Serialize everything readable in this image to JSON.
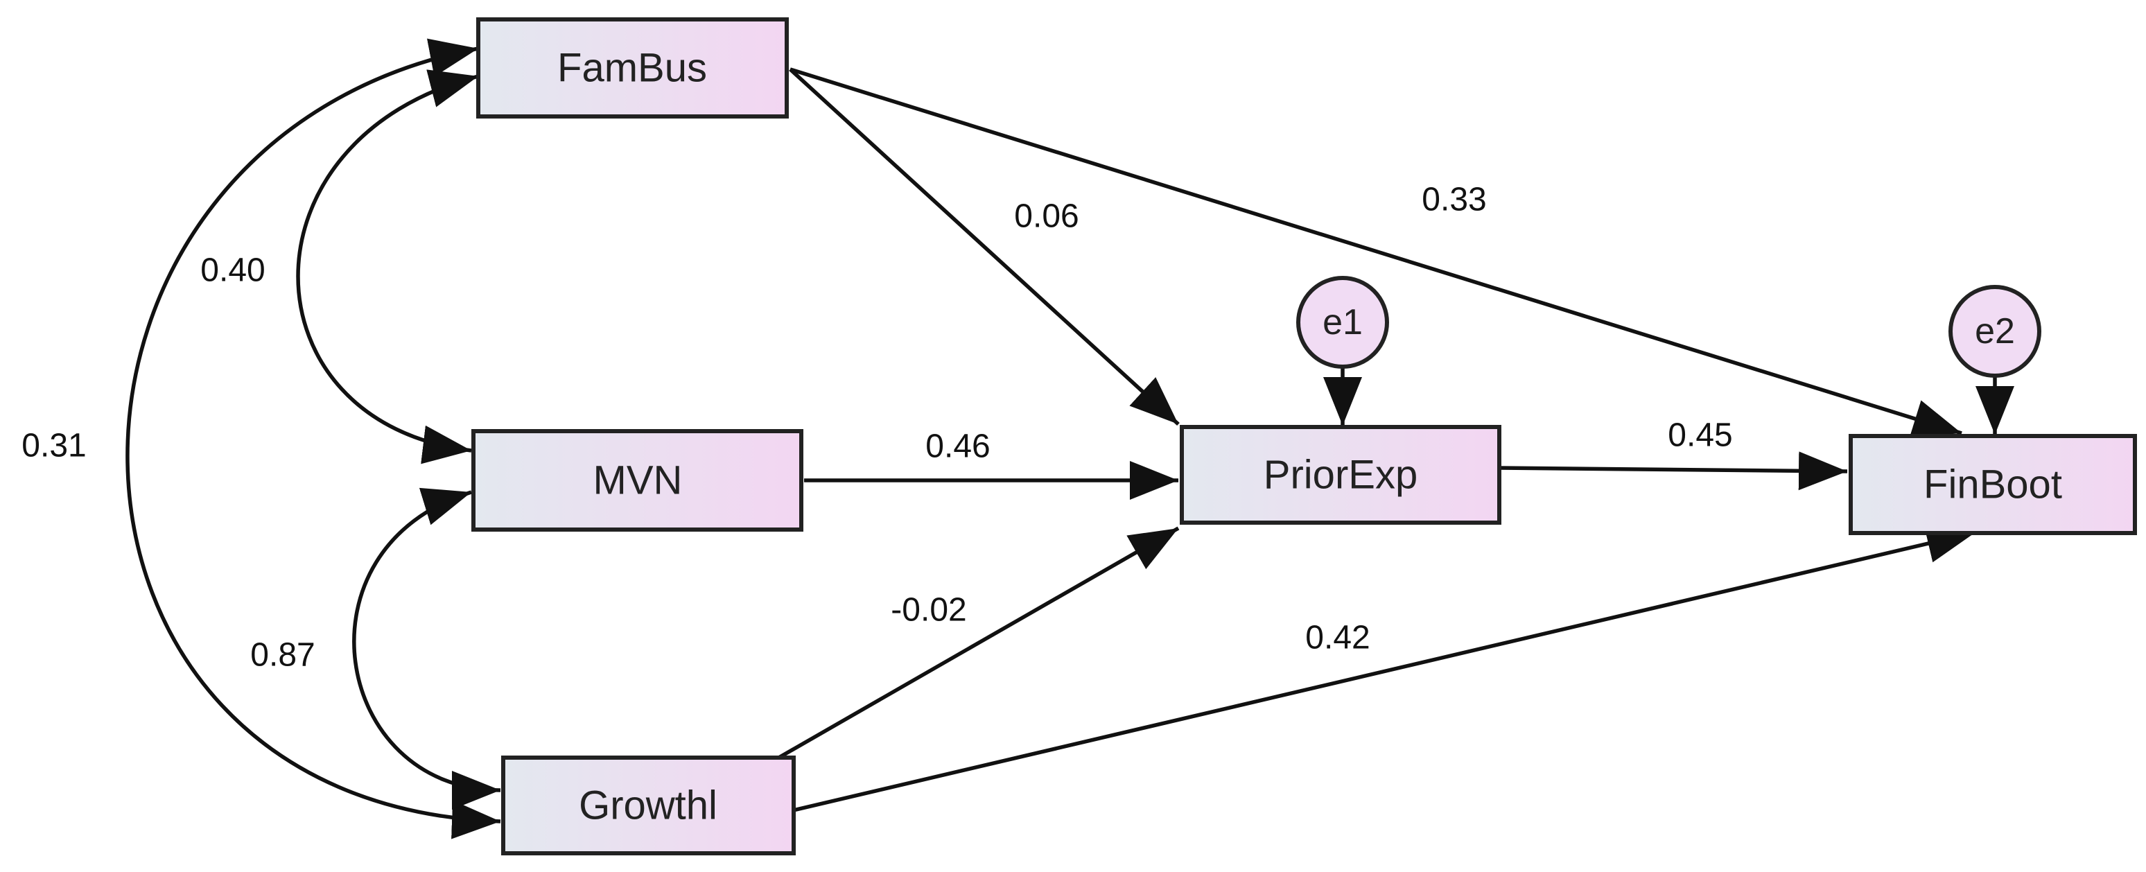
{
  "colors": {
    "box_fill_left": "#e3e8ef",
    "box_fill_right": "#f3d6f2",
    "error_fill": "#f1dcf4",
    "line": "#111111"
  },
  "nodes": {
    "fambus": "FamBus",
    "mvn": "MVN",
    "growthl": "Growthl",
    "priorexp": "PriorExp",
    "finboot": "FinBoot",
    "e1": "e1",
    "e2": "e2"
  },
  "paths": {
    "fambus_priorexp": "0.06",
    "fambus_finboot": "0.33",
    "mvn_priorexp": "0.46",
    "growthl_priorexp": "-0.02",
    "growthl_finboot": "0.42",
    "priorexp_finboot": "0.45"
  },
  "correlations": {
    "fambus_mvn": "0.40",
    "fambus_growthl": "0.31",
    "mvn_growthl": "0.87"
  }
}
